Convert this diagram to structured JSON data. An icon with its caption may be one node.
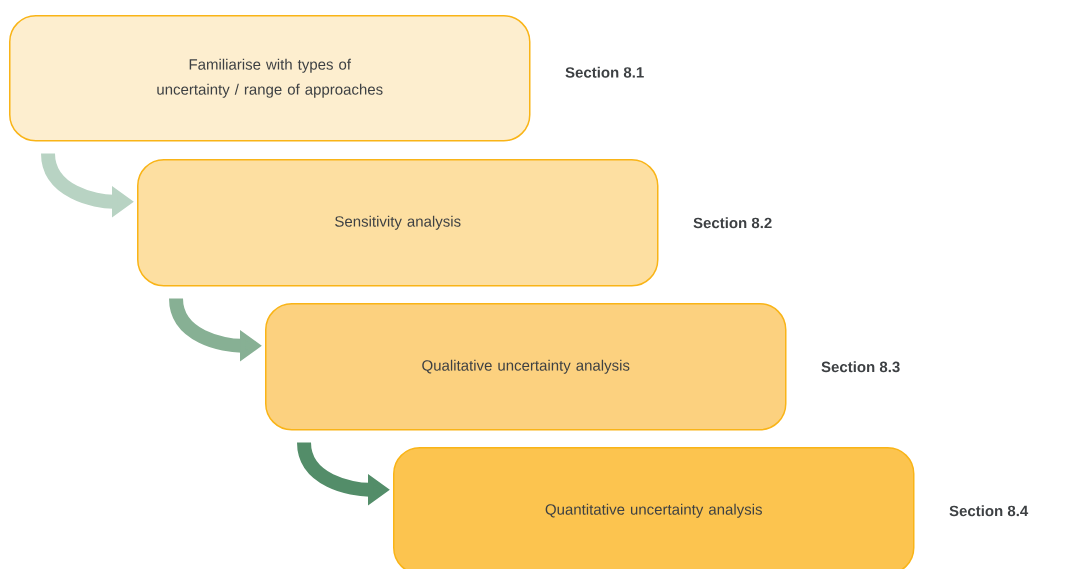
{
  "diagram": {
    "nodes": [
      {
        "text": [
          "Familiarise with types of uncertainty / range of approaches"
        ],
        "beside": [
          "Section 8.1"
        ]
      },
      {
        "text": [
          "Sensitivity analysis"
        ],
        "beside": [
          "Section 8.2"
        ]
      },
      {
        "text": [
          "Qualitative uncertainty analysis"
        ],
        "beside": [
          "Section 8.3"
        ]
      },
      {
        "text": [
          "Quantitative uncertainty analysis"
        ],
        "beside": [
          "Section 8.4"
        ]
      }
    ],
    "edges": [
      {
        "from": 0,
        "to": 1,
        "arrow": "to",
        "color": "#b8d3c3"
      },
      {
        "from": 1,
        "to": 2,
        "arrow": "to",
        "color": "#87b094"
      },
      {
        "from": 2,
        "to": 3,
        "arrow": "to",
        "color": "#538d69"
      }
    ]
  }
}
